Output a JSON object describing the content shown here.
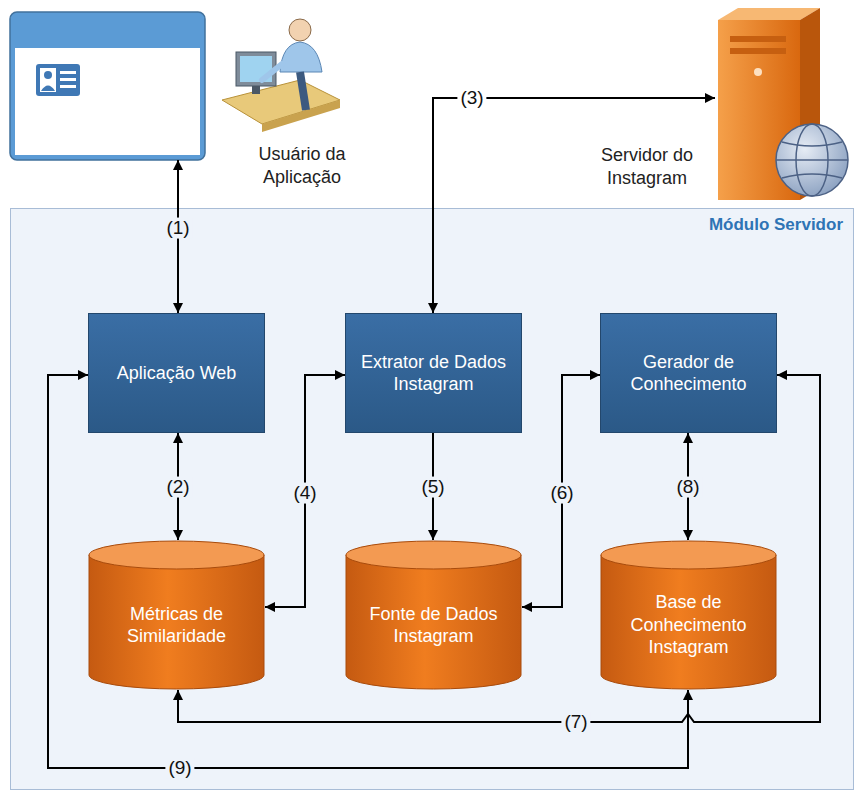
{
  "diagram": {
    "nodes": [
      {
        "text": [
          "Usuário da Aplicação"
        ]
      },
      {
        "text": [
          "Servidor do Instagram"
        ]
      },
      {
        "text": [
          "Módulo Servidor"
        ]
      },
      {
        "text": [
          "Aplicação Web"
        ],
        "in": 2
      },
      {
        "text": [
          "Extrator de Dados Instagram"
        ],
        "in": 2
      },
      {
        "text": [
          "Gerador de Conhecimento"
        ],
        "in": 2
      },
      {
        "text": [
          "Métricas de Similaridade"
        ],
        "in": 2
      },
      {
        "text": [
          "Fonte de Dados Instagram"
        ],
        "in": 2
      },
      {
        "text": [
          "Base de Conhecimento Instagram"
        ],
        "in": 2
      }
    ],
    "edges": [
      {
        "from": 0,
        "to": 3,
        "arrow": "both",
        "label": "(1)"
      },
      {
        "from": 3,
        "to": 6,
        "arrow": "both",
        "label": "(2)"
      },
      {
        "from": 4,
        "to": 1,
        "arrow": "both",
        "label": "(3)"
      },
      {
        "from": 4,
        "to": 6,
        "arrow": "both",
        "label": "(4)"
      },
      {
        "from": 4,
        "to": 7,
        "arrow": "to",
        "label": "(5)"
      },
      {
        "from": 5,
        "to": 7,
        "arrow": "both",
        "label": "(6)"
      },
      {
        "from": 5,
        "to": 6,
        "arrow": "both",
        "label": "(7)"
      },
      {
        "from": 5,
        "to": 8,
        "arrow": "both",
        "label": "(8)"
      },
      {
        "from": 3,
        "to": 8,
        "arrow": "both",
        "label": "(9)"
      }
    ]
  }
}
